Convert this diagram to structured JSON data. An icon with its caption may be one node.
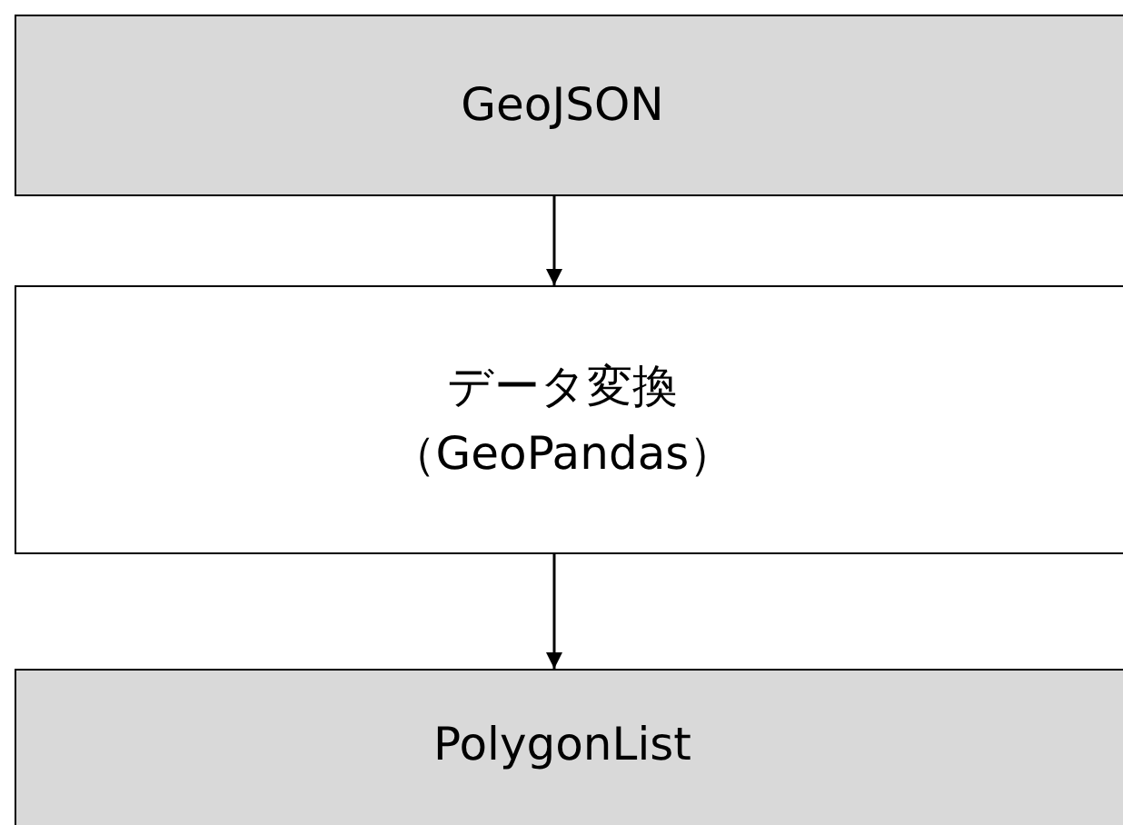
{
  "diagram": {
    "nodes": [
      {
        "text": [
          "GeoJSON"
        ]
      },
      {
        "text": [
          "データ変換",
          "（GeoPandas）"
        ]
      },
      {
        "text": [
          "PolygonList"
        ]
      }
    ],
    "edges": [
      {
        "from": 0,
        "to": 1,
        "arrow": "to"
      },
      {
        "from": 1,
        "to": 2,
        "arrow": "to"
      }
    ]
  }
}
